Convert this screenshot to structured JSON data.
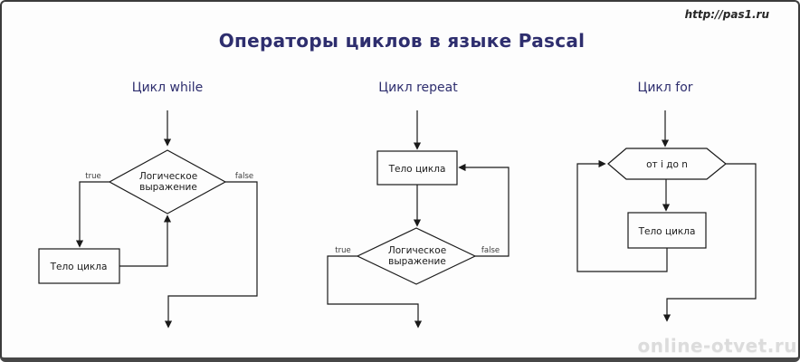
{
  "page": {
    "title": "Операторы циклов в языке Pascal",
    "source_url": "http://pas1.ru",
    "watermark": "online-otvet.ru"
  },
  "charts": {
    "while": {
      "heading": "Цикл while",
      "condition_line1": "Логическое",
      "condition_line2": "выражение",
      "body": "Тело цикла",
      "true_label": "true",
      "false_label": "false"
    },
    "repeat": {
      "heading": "Цикл repeat",
      "body": "Тело цикла",
      "condition_line1": "Логическое",
      "condition_line2": "выражение",
      "true_label": "true",
      "false_label": "false"
    },
    "for": {
      "heading": "Цикл for",
      "range_label": "от i до n",
      "body": "Тело цикла"
    }
  },
  "colors": {
    "heading_text": "#2e2e6e",
    "line": "#1a1a1a",
    "watermark": "#dcdcdc",
    "frame_border": "#3b3b3b"
  }
}
